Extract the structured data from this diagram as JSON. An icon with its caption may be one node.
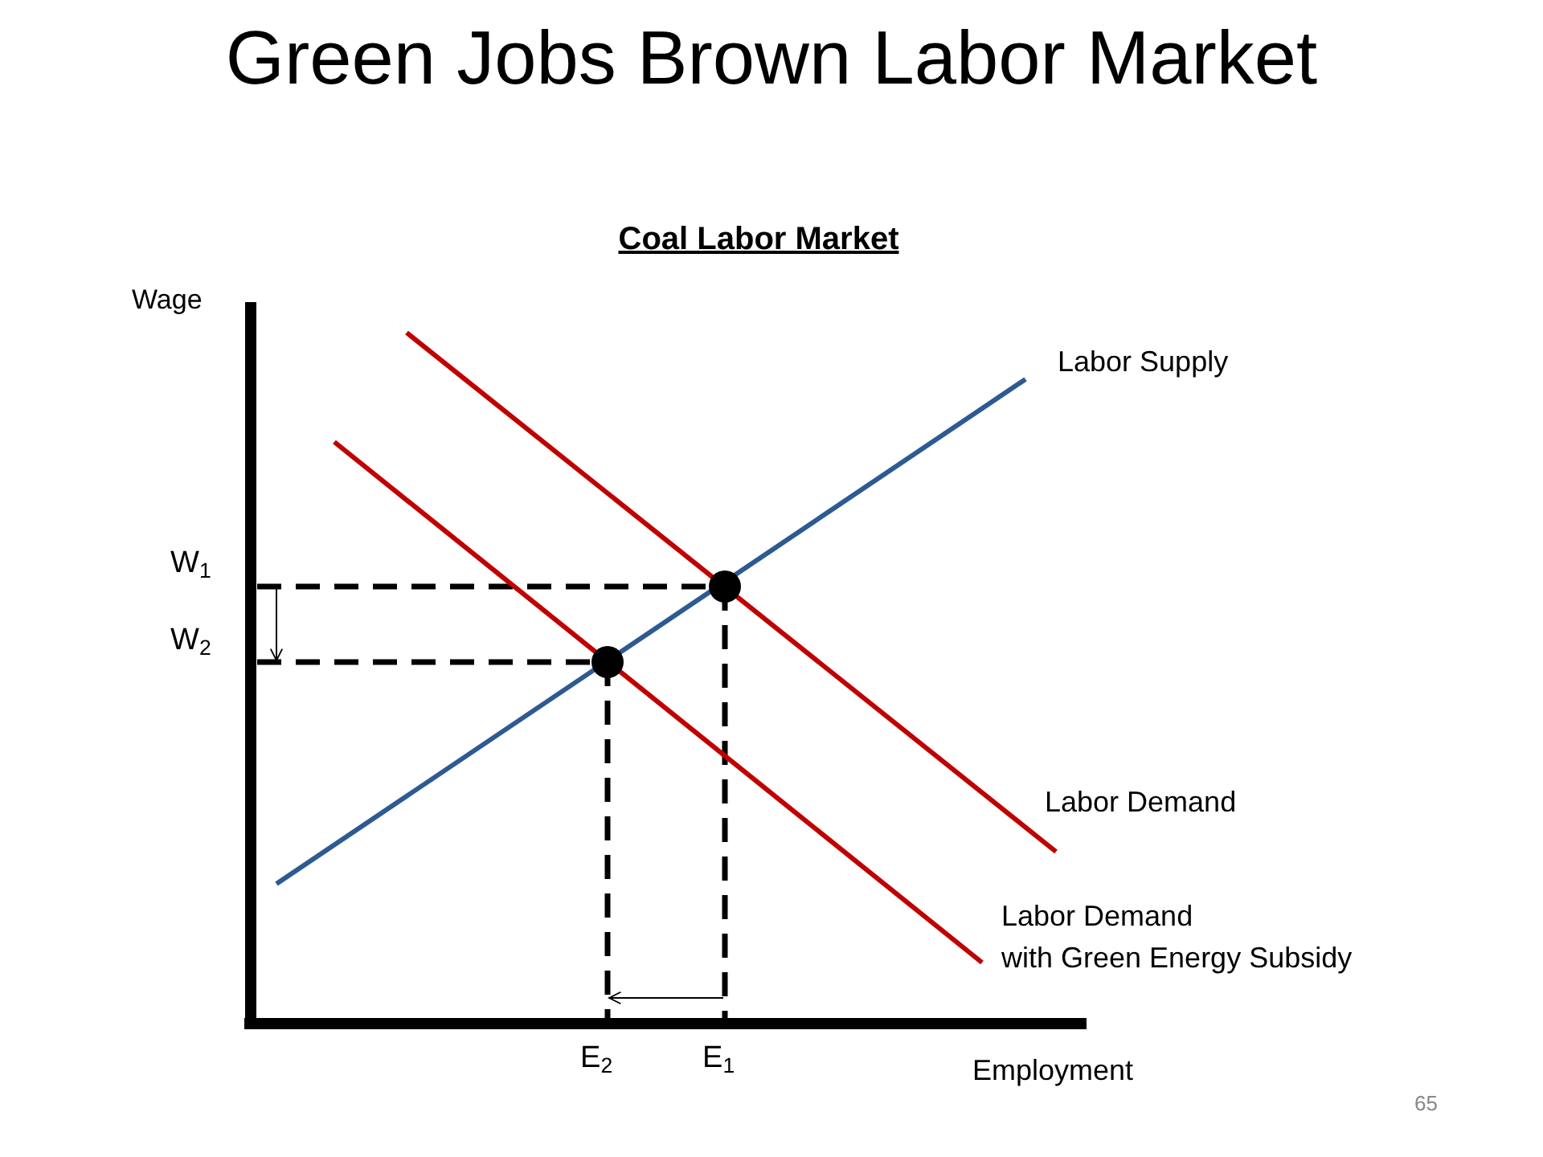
{
  "diagram": {
    "title": "Green Jobs Brown Labor Market",
    "labels": [
      "Coal Labor Market",
      "Wage",
      "Labor Supply",
      "W$_{1}$",
      "W$_{2}$",
      "Labor Demand",
      "Labor Demand with Green Energy Subsidy",
      "E$_{2}$",
      "E$_{1}$",
      "Employment",
      "65"
    ]
  }
}
